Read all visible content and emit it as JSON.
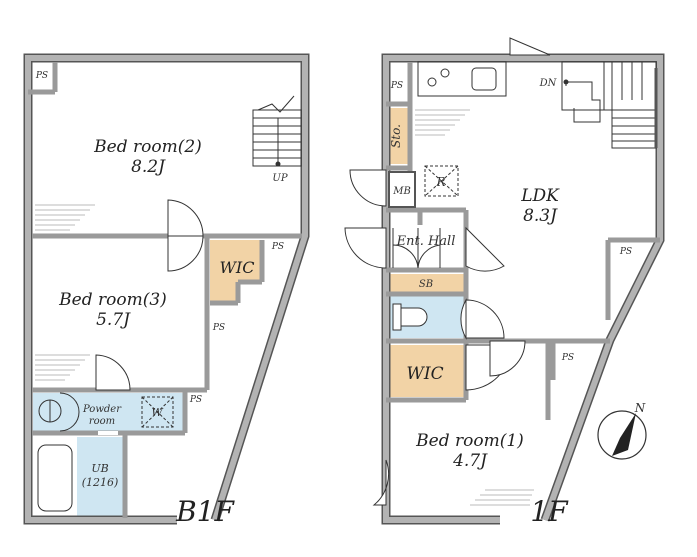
{
  "floors": {
    "b1f": {
      "floor_label": "B1F",
      "rooms": {
        "bedroom2": {
          "name": "Bed room(2)",
          "size": "8.2J"
        },
        "bedroom3": {
          "name": "Bed room(3)",
          "size": "5.7J"
        },
        "wic": "WIC",
        "powder_room_line1": "Powder",
        "powder_room_line2": "room",
        "washer": "W",
        "ub_line1": "UB",
        "ub_line2": "(1216)",
        "stairs_label": "UP",
        "ps_labels": [
          "PS",
          "PS",
          "PS",
          "PS"
        ]
      }
    },
    "f1": {
      "floor_label": "1F",
      "rooms": {
        "ldk": {
          "name": "LDK",
          "size": "8.3J"
        },
        "bedroom1": {
          "name": "Bed room(1)",
          "size": "4.7J"
        },
        "wic": "WIC",
        "storage": "Sto.",
        "mb": "MB",
        "fridge": "R",
        "entrance_hall": "Ent. Hall",
        "shoe_box": "SB",
        "stairs_label": "DN",
        "ps_labels": [
          "PS",
          "PS",
          "PS"
        ]
      },
      "north_label": "N"
    }
  },
  "colors": {
    "wall": "#a8a8a8",
    "wall_edge": "#555555",
    "wic_fill": "#f2d3a6",
    "wet_fill": "#cfe6f2"
  }
}
